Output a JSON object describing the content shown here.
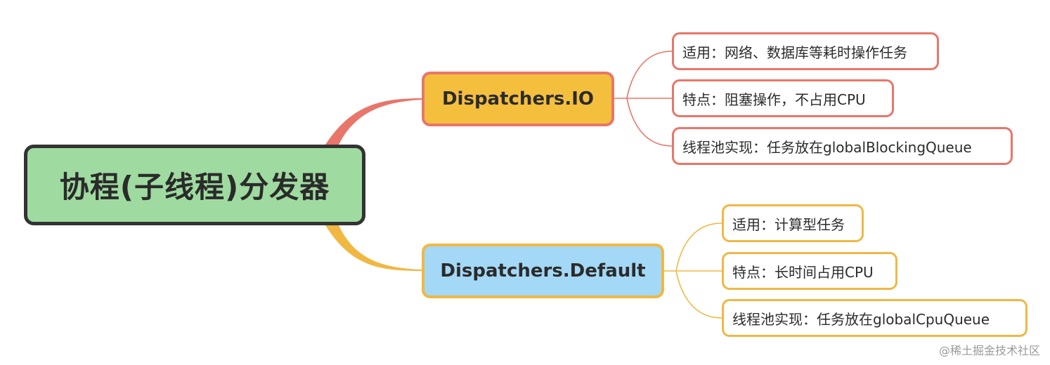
{
  "diagram": {
    "root": {
      "label": "协程(子线程)分发器",
      "color": "#9fdba0"
    },
    "branches": [
      {
        "label": "Dispatchers.IO",
        "fill": "#f5bf3e",
        "stroke": "#e8766a",
        "children": [
          "适用：网络、数据库等耗时操作任务",
          "特点：阻塞操作，不占用CPU",
          "线程池实现：任务放在globalBlockingQueue"
        ]
      },
      {
        "label": "Dispatchers.Default",
        "fill": "#a3d8f6",
        "stroke": "#f0b843",
        "children": [
          "适用：计算型任务",
          "特点：长时间占用CPU",
          "线程池实现：任务放在globalCpuQueue"
        ]
      }
    ]
  },
  "watermark": "@稀土掘金技术社区"
}
